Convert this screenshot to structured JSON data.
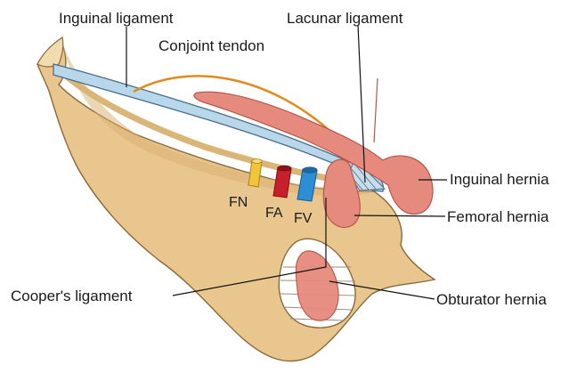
{
  "labels": {
    "inguinal_ligament": "Inguinal ligament",
    "conjoint_tendon": "Conjoint tendon",
    "lacunar_ligament": "Lacunar ligament",
    "inguinal_hernia": "Inguinal hernia",
    "femoral_hernia": "Femoral hernia",
    "obturator_hernia": "Obturator hernia",
    "coopers_ligament": "Cooper's ligament",
    "fn": "FN",
    "fa": "FA",
    "fv": "FV"
  },
  "colors": {
    "bone_fill": "#e8c68e",
    "bone_outline": "#8a6a3a",
    "ligament_fill": "#b9d7ea",
    "ligament_outline": "#4a6f8a",
    "conjoint_tendon": "#e08a1e",
    "hernia_fill": "#e58a7c",
    "hernia_outline": "#b5574c",
    "femoral_nerve": "#f2c43a",
    "femoral_artery": "#c8202a",
    "femoral_vein": "#2b8fd6",
    "obturator_foramen": "#ffffff"
  }
}
